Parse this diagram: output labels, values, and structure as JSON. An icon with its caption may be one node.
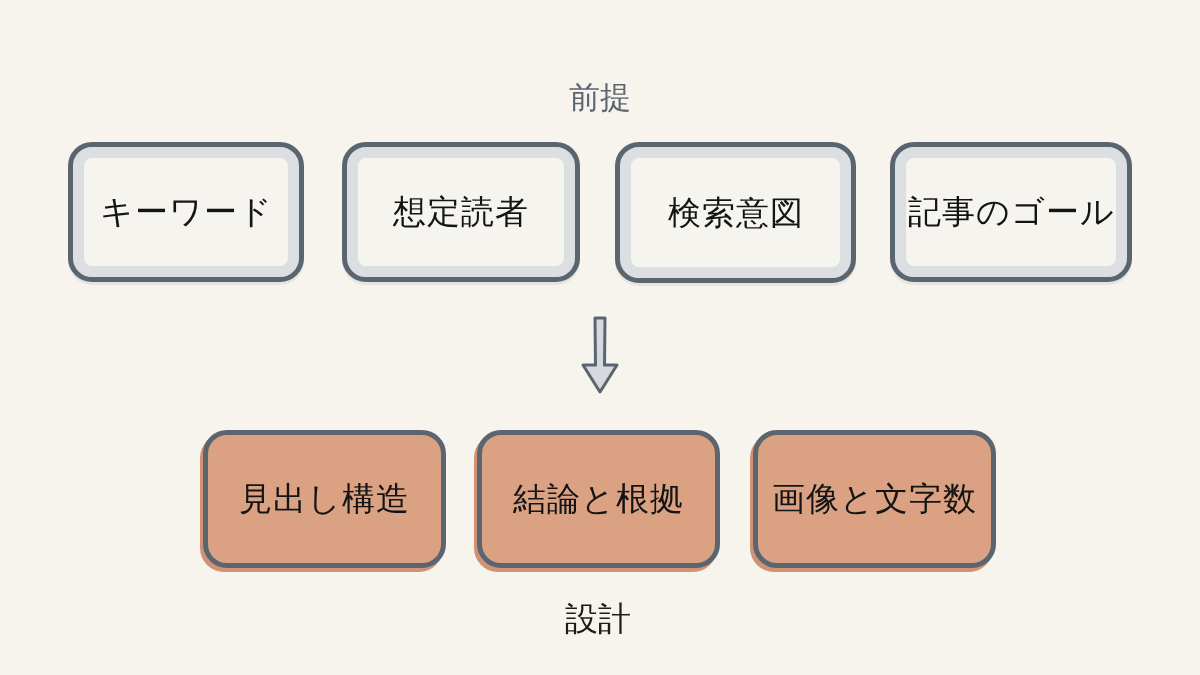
{
  "diagram": {
    "nodes": [
      {
        "text": [
          "キーワード"
        ]
      },
      {
        "text": [
          "想定読者"
        ]
      },
      {
        "text": [
          "検索意図"
        ]
      },
      {
        "text": [
          "記事のゴール"
        ]
      },
      {
        "text": [
          "見出し構造"
        ]
      },
      {
        "text": [
          "結論と根拠"
        ]
      },
      {
        "text": [
          "画像と文字数"
        ]
      }
    ],
    "labels": [
      "前提",
      "設計"
    ]
  }
}
